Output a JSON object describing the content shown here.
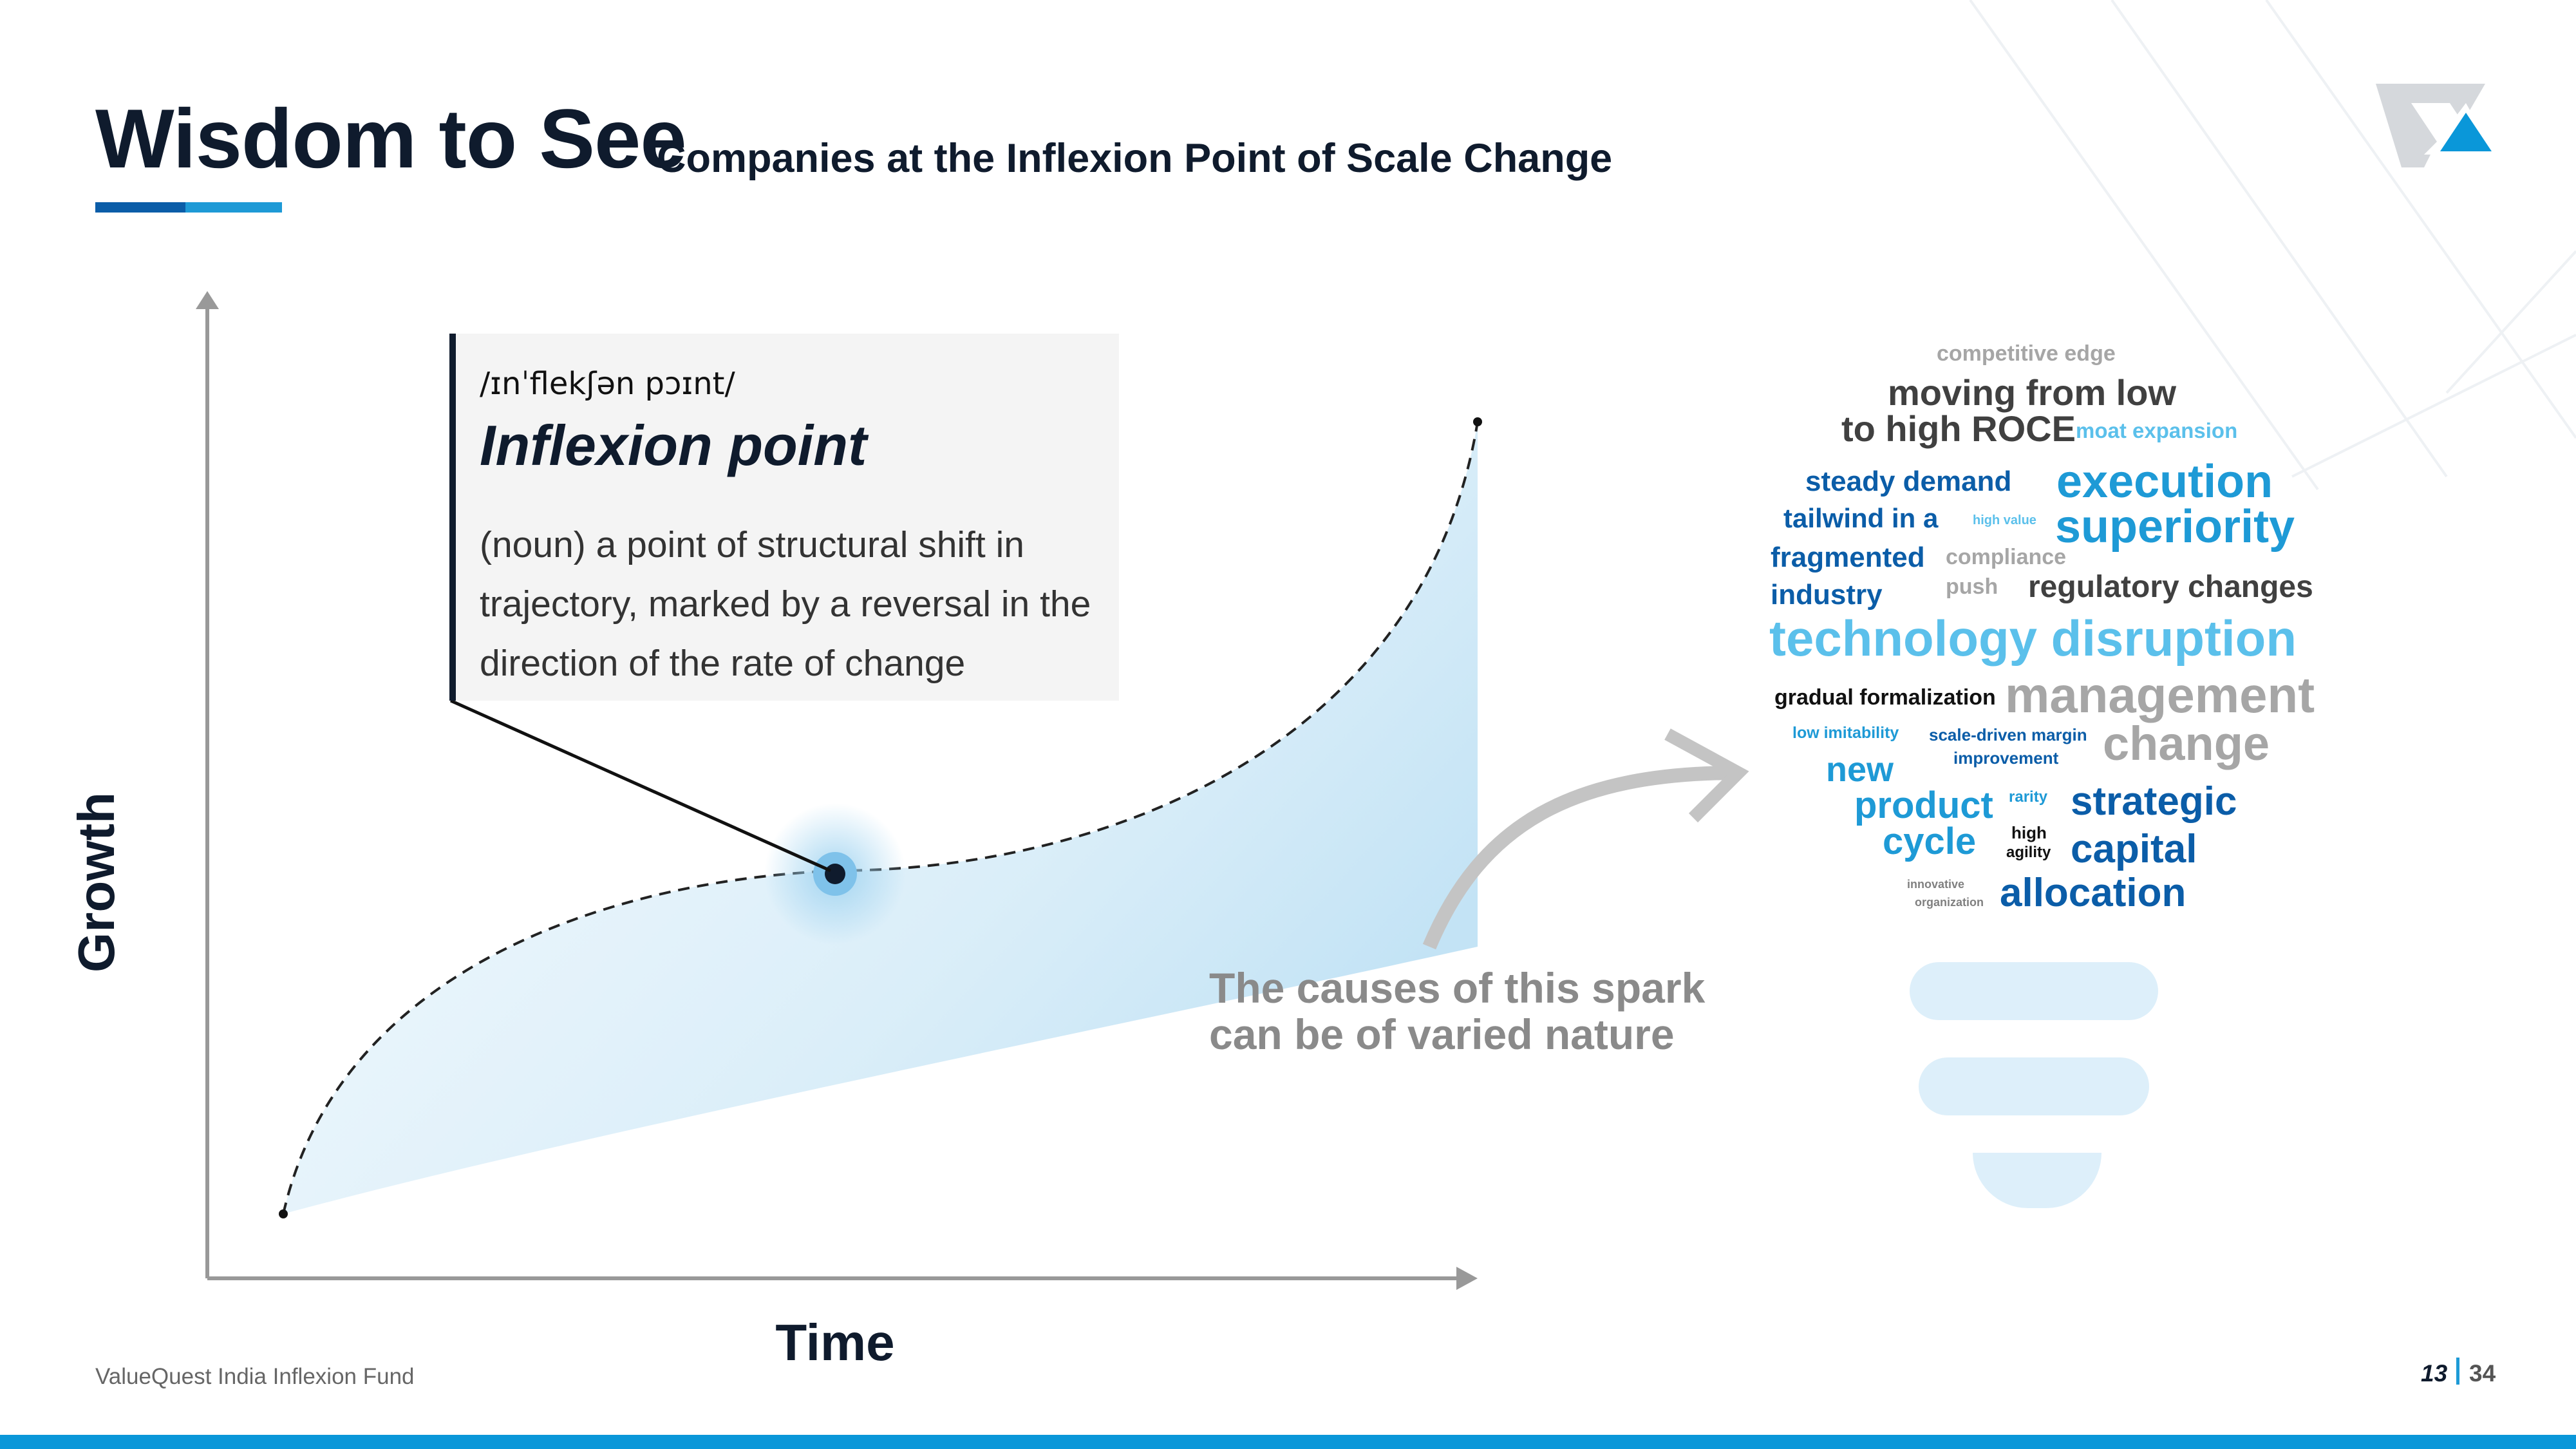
{
  "header": {
    "title": "Wisdom to See",
    "subtitle": "Companies at the Inflexion Point of Scale Change"
  },
  "chart": {
    "xlabel": "Time",
    "ylabel": "Growth"
  },
  "definition": {
    "phonetic": "/ɪnˈflekʃən pɔɪnt/",
    "term": "Inflexion point",
    "text": "(noun) a point of structural shift in trajectory, marked by a reversal in the direction of the rate of change"
  },
  "callout": {
    "text": "The causes of this spark can be of varied nature"
  },
  "word_cloud": {
    "words": [
      {
        "text": "competitive edge",
        "color": "#a6a6a6"
      },
      {
        "text": "moving from low",
        "color": "#404040"
      },
      {
        "text": "to high ROCE",
        "color": "#404040"
      },
      {
        "text": "moat expansion",
        "color": "#5bc0eb"
      },
      {
        "text": "steady demand",
        "color": "#0b5da8"
      },
      {
        "text": "execution",
        "color": "#1e9ad6"
      },
      {
        "text": "tailwind in a",
        "color": "#0b5da8"
      },
      {
        "text": "high value",
        "color": "#5bc0eb"
      },
      {
        "text": "superiority",
        "color": "#1e9ad6"
      },
      {
        "text": "fragmented",
        "color": "#0b5da8"
      },
      {
        "text": "compliance",
        "color": "#a6a6a6"
      },
      {
        "text": "push",
        "color": "#a6a6a6"
      },
      {
        "text": "industry",
        "color": "#0b5da8"
      },
      {
        "text": "regulatory changes",
        "color": "#404040"
      },
      {
        "text": "technology disruption",
        "color": "#5bc0eb"
      },
      {
        "text": "gradual formalization",
        "color": "#111111"
      },
      {
        "text": "management",
        "color": "#a6a6a6"
      },
      {
        "text": "low imitability",
        "color": "#1e9ad6"
      },
      {
        "text": "scale-driven margin",
        "color": "#0b5da8"
      },
      {
        "text": "improvement",
        "color": "#0b5da8"
      },
      {
        "text": "change",
        "color": "#a6a6a6"
      },
      {
        "text": "new",
        "color": "#1e9ad6"
      },
      {
        "text": "product",
        "color": "#1e9ad6"
      },
      {
        "text": "rarity",
        "color": "#1e9ad6"
      },
      {
        "text": "strategic",
        "color": "#0b5da8"
      },
      {
        "text": "cycle",
        "color": "#1e9ad6"
      },
      {
        "text": "high",
        "color": "#111111"
      },
      {
        "text": "agility",
        "color": "#111111"
      },
      {
        "text": "capital",
        "color": "#0b5da8"
      },
      {
        "text": "innovative",
        "color": "#808080"
      },
      {
        "text": "organization",
        "color": "#808080"
      },
      {
        "text": "allocation",
        "color": "#0b5da8"
      }
    ]
  },
  "footer": {
    "fund_name": "ValueQuest India Inflexion Fund",
    "page_number": "13",
    "total_pages": "34"
  },
  "colors": {
    "navy": "#0f1b2d",
    "blue": "#0b5da8",
    "light_blue": "#1e9ad6",
    "accent_bar": "#0a97d9"
  }
}
